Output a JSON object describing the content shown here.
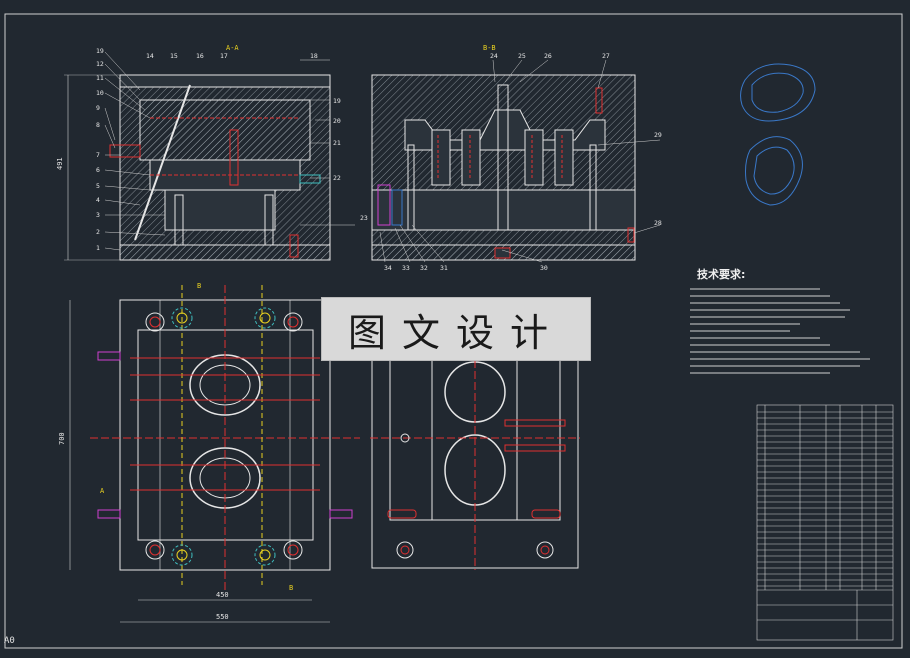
{
  "watermark": {
    "text": "图文设计"
  },
  "requirements": {
    "title": "技术要求:"
  },
  "corner": {
    "label": "A0"
  },
  "section_labels": {
    "top_left": "A-A",
    "top_mid": "B-B",
    "mark_a": "A",
    "mark_b": "B"
  },
  "part_numbers_left": [
    "19",
    "12",
    "11",
    "10",
    "9",
    "8",
    "7",
    "6",
    "5",
    "4",
    "3",
    "2",
    "1"
  ],
  "part_numbers_top_left": [
    "14",
    "15",
    "16",
    "17",
    "18"
  ],
  "part_numbers_right_left": [
    "19",
    "20",
    "21",
    "22",
    "23"
  ],
  "part_numbers_top_mid": [
    "24",
    "25",
    "26",
    "27"
  ],
  "part_numbers_right_mid": [
    "29",
    "28"
  ],
  "part_numbers_bottom_mid": [
    "34",
    "33",
    "32",
    "31",
    "30"
  ],
  "dimensions": {
    "height_top": "491",
    "height_bottom": "700",
    "width_inner": "450",
    "width_outer": "550"
  },
  "colors": {
    "background": "#212830",
    "line": "#e6e6e6",
    "red": "#e03030",
    "yellow": "#e8d020",
    "blue": "#3a78c8",
    "magenta": "#d040d0",
    "cyan": "#40c0c0"
  }
}
